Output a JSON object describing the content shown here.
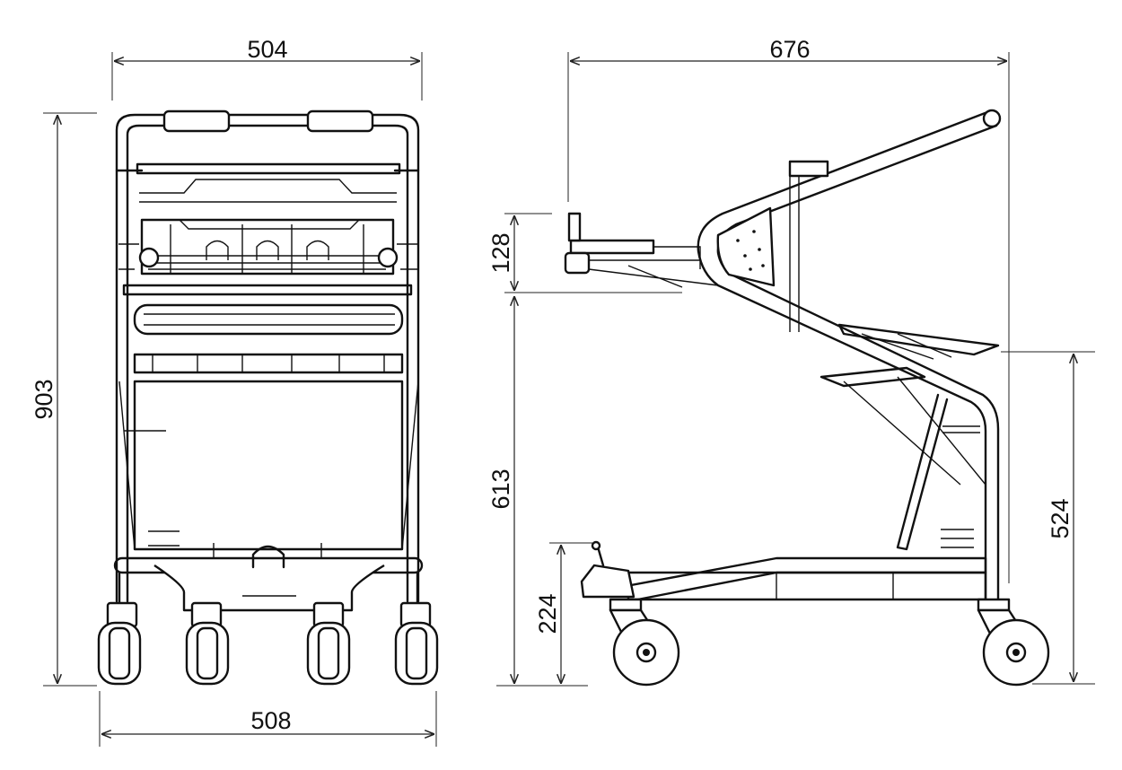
{
  "dimensions": {
    "front_top_width": "504",
    "front_height": "903",
    "front_bottom_width": "508",
    "side_length": "676",
    "side_handle_height": "128",
    "side_lower_height": "613",
    "side_base_height": "224",
    "side_rear_height": "524"
  },
  "colors": {
    "line": "#111111",
    "background": "#ffffff"
  }
}
